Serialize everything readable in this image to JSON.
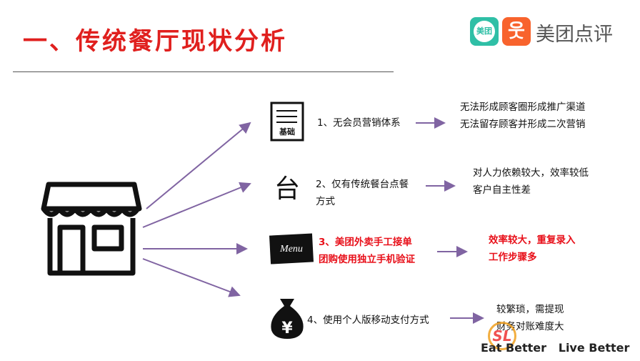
{
  "title": "一、传统餐厅现状分析",
  "logo": {
    "meituan_badge": "美团",
    "brand": "美团点评"
  },
  "items": [
    {
      "icon": "ledger-icon",
      "icon_text": "基础",
      "label_lines": [
        "1、无会员营销体系"
      ],
      "result_lines": [
        "无法形成顾客圈形成推广渠道",
        "无法留存顾客并形成二次营销"
      ]
    },
    {
      "icon": "counter-icon",
      "icon_text": "台",
      "label_lines": [
        "2、仅有传统餐台点餐",
        "方式"
      ],
      "result_lines": [
        "对人力依赖较大，效率较低",
        "客户自主性差"
      ]
    },
    {
      "icon": "menu-icon",
      "icon_text": "Menu",
      "label_lines": [
        "3、美团外卖手工接单",
        "团购使用独立手机验证"
      ],
      "result_lines": [
        "效率较大，重复录入",
        "工作步骤多"
      ]
    },
    {
      "icon": "money-bag-icon",
      "icon_text": "¥",
      "label_lines": [
        "4、使用个人版移动支付方式"
      ],
      "result_lines": [
        "较繁琐，需提现",
        "财务对账难度大"
      ]
    }
  ],
  "watermark": {
    "text": "Eat Better   Live Better",
    "badge": "SL"
  },
  "colors": {
    "title": "#e0201e",
    "arrow": "#8064a2",
    "highlight": "#e8101a"
  }
}
